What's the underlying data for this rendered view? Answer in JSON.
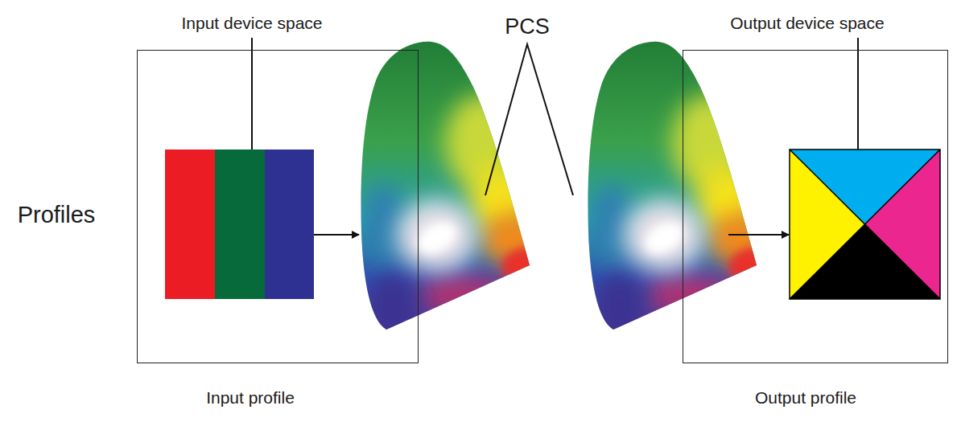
{
  "diagram": {
    "nodes": [
      {
        "text": [
          "Input profile"
        ]
      },
      {
        "text": [
          "Output profile"
        ]
      }
    ],
    "labels": [
      "Profiles",
      "Input device space",
      "PCS",
      "Output device space"
    ]
  }
}
